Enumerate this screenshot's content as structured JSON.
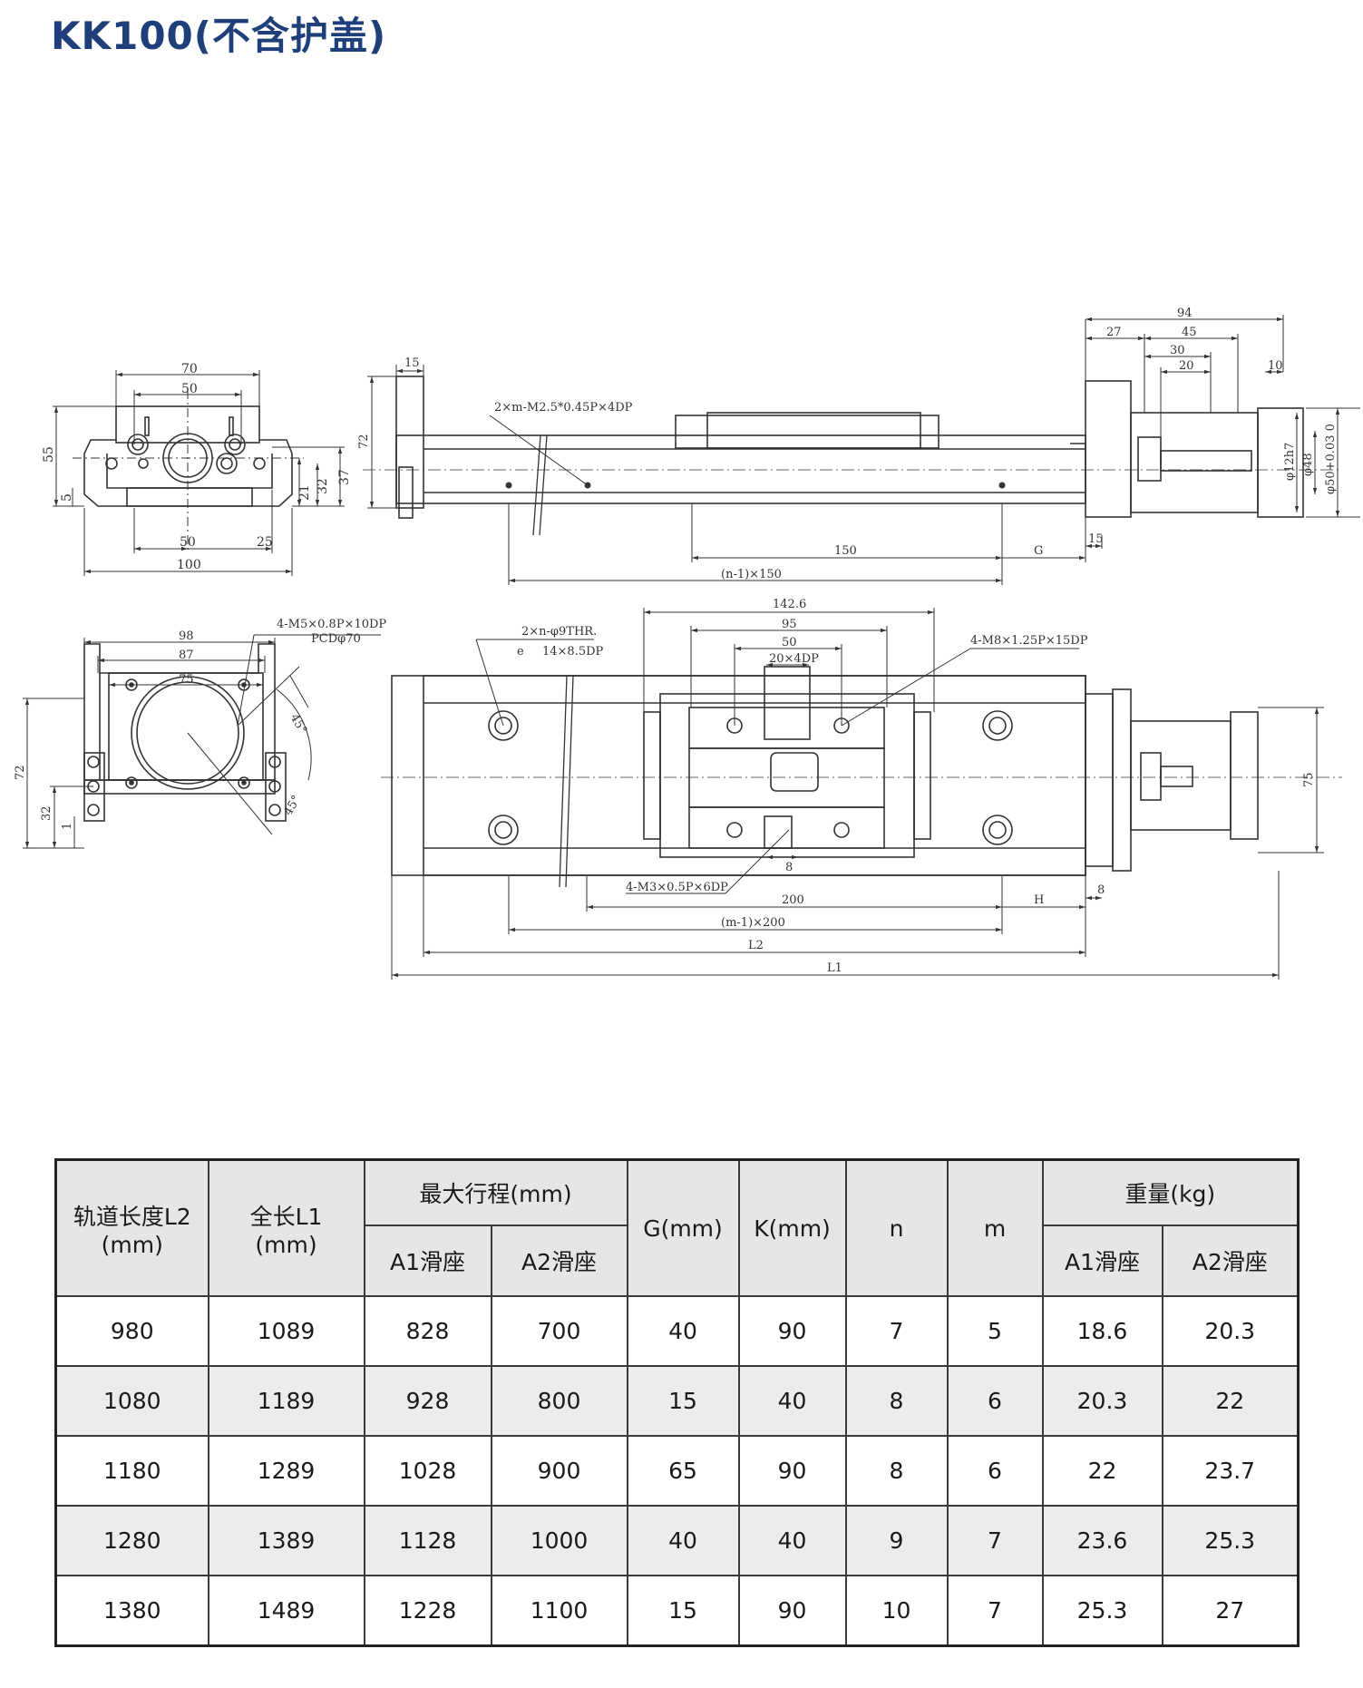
{
  "title": "KK100(不含护盖)",
  "drawing": {
    "front": {
      "w70": "70",
      "w50": "50",
      "h55": "55",
      "h5": "5",
      "h21": "21",
      "h32": "32",
      "h37": "37",
      "b50": "50",
      "b25": "25",
      "b100": "100"
    },
    "side": {
      "d15": "15",
      "h72": "72",
      "note_m25": "2×m-M2.5*0.45P×4DP",
      "d150": "150",
      "dG": "G",
      "dn150": "(n-1)×150",
      "d15b": "15",
      "d94": "94",
      "d27": "27",
      "d45": "45",
      "d30": "30",
      "d20": "20",
      "d10": "10",
      "phi12": "φ12h7",
      "phi48": "φ48",
      "phi50": "φ50+0.03 0"
    },
    "end": {
      "note_m5": "4-M5×0.8P×10DP",
      "note_pcd": "PCDφ70",
      "w98": "98",
      "w87": "87",
      "w75": "75",
      "h72": "72",
      "h32": "32",
      "h1": "1",
      "a45a": "45°",
      "a45b": "45°"
    },
    "top": {
      "note_phi9": "2×n-φ9THR.",
      "note_e": "e",
      "note_cb": "14×8.5DP",
      "d1426": "142.6",
      "d95": "95",
      "d50": "50",
      "note_20x4": "20×4DP",
      "note_m8": "4-M8×1.25P×15DP",
      "note_m3": "4-M3×0.5P×6DP",
      "d8a": "8",
      "d8b": "8",
      "d200": "200",
      "dH": "H",
      "dm200": "(m-1)×200",
      "dL2": "L2",
      "dL1": "L1",
      "d75": "75"
    }
  },
  "table": {
    "headers": {
      "l2": [
        "轨道长度L2",
        "(mm)"
      ],
      "l1": [
        "全长L1",
        "(mm)"
      ],
      "stroke": "最大行程(mm)",
      "a1": "A1滑座",
      "a2": "A2滑座",
      "g": "G(mm)",
      "k": "K(mm)",
      "n": "n",
      "m": "m",
      "weight": "重量(kg)",
      "wa1": "A1滑座",
      "wa2": "A2滑座"
    },
    "rows": [
      [
        "980",
        "1089",
        "828",
        "700",
        "40",
        "90",
        "7",
        "5",
        "18.6",
        "20.3"
      ],
      [
        "1080",
        "1189",
        "928",
        "800",
        "15",
        "40",
        "8",
        "6",
        "20.3",
        "22"
      ],
      [
        "1180",
        "1289",
        "1028",
        "900",
        "65",
        "90",
        "8",
        "6",
        "22",
        "23.7"
      ],
      [
        "1280",
        "1389",
        "1128",
        "1000",
        "40",
        "40",
        "9",
        "7",
        "23.6",
        "25.3"
      ],
      [
        "1380",
        "1489",
        "1228",
        "1100",
        "15",
        "90",
        "10",
        "7",
        "25.3",
        "27"
      ]
    ]
  }
}
